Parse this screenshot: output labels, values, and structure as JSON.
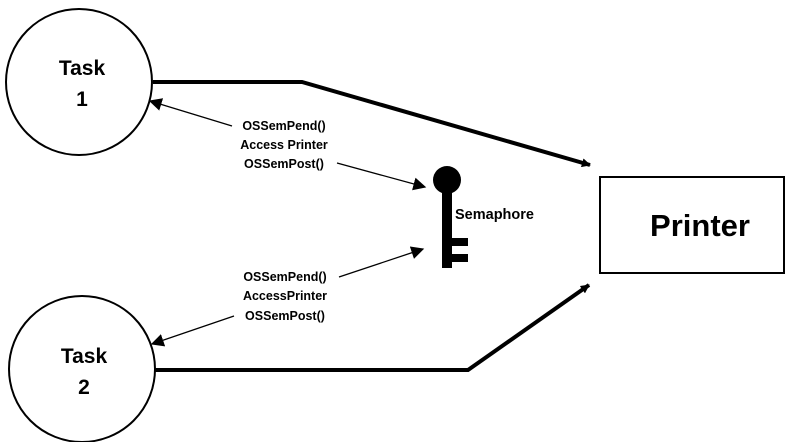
{
  "diagram": {
    "task1": {
      "line1": "Task",
      "line2": "1"
    },
    "task2": {
      "line1": "Task",
      "line2": "2"
    },
    "printer": {
      "label": "Printer"
    },
    "semaphore": {
      "label": "Semaphore"
    },
    "task1_ops": [
      "OSSemPend()",
      "Access Printer",
      "OSSemPost()"
    ],
    "task2_ops": [
      "OSSemPend()",
      "AccessPrinter",
      "OSSemPost()"
    ],
    "colors": {
      "stroke": "#000000",
      "fill": "#000000",
      "background": "#ffffff"
    }
  }
}
